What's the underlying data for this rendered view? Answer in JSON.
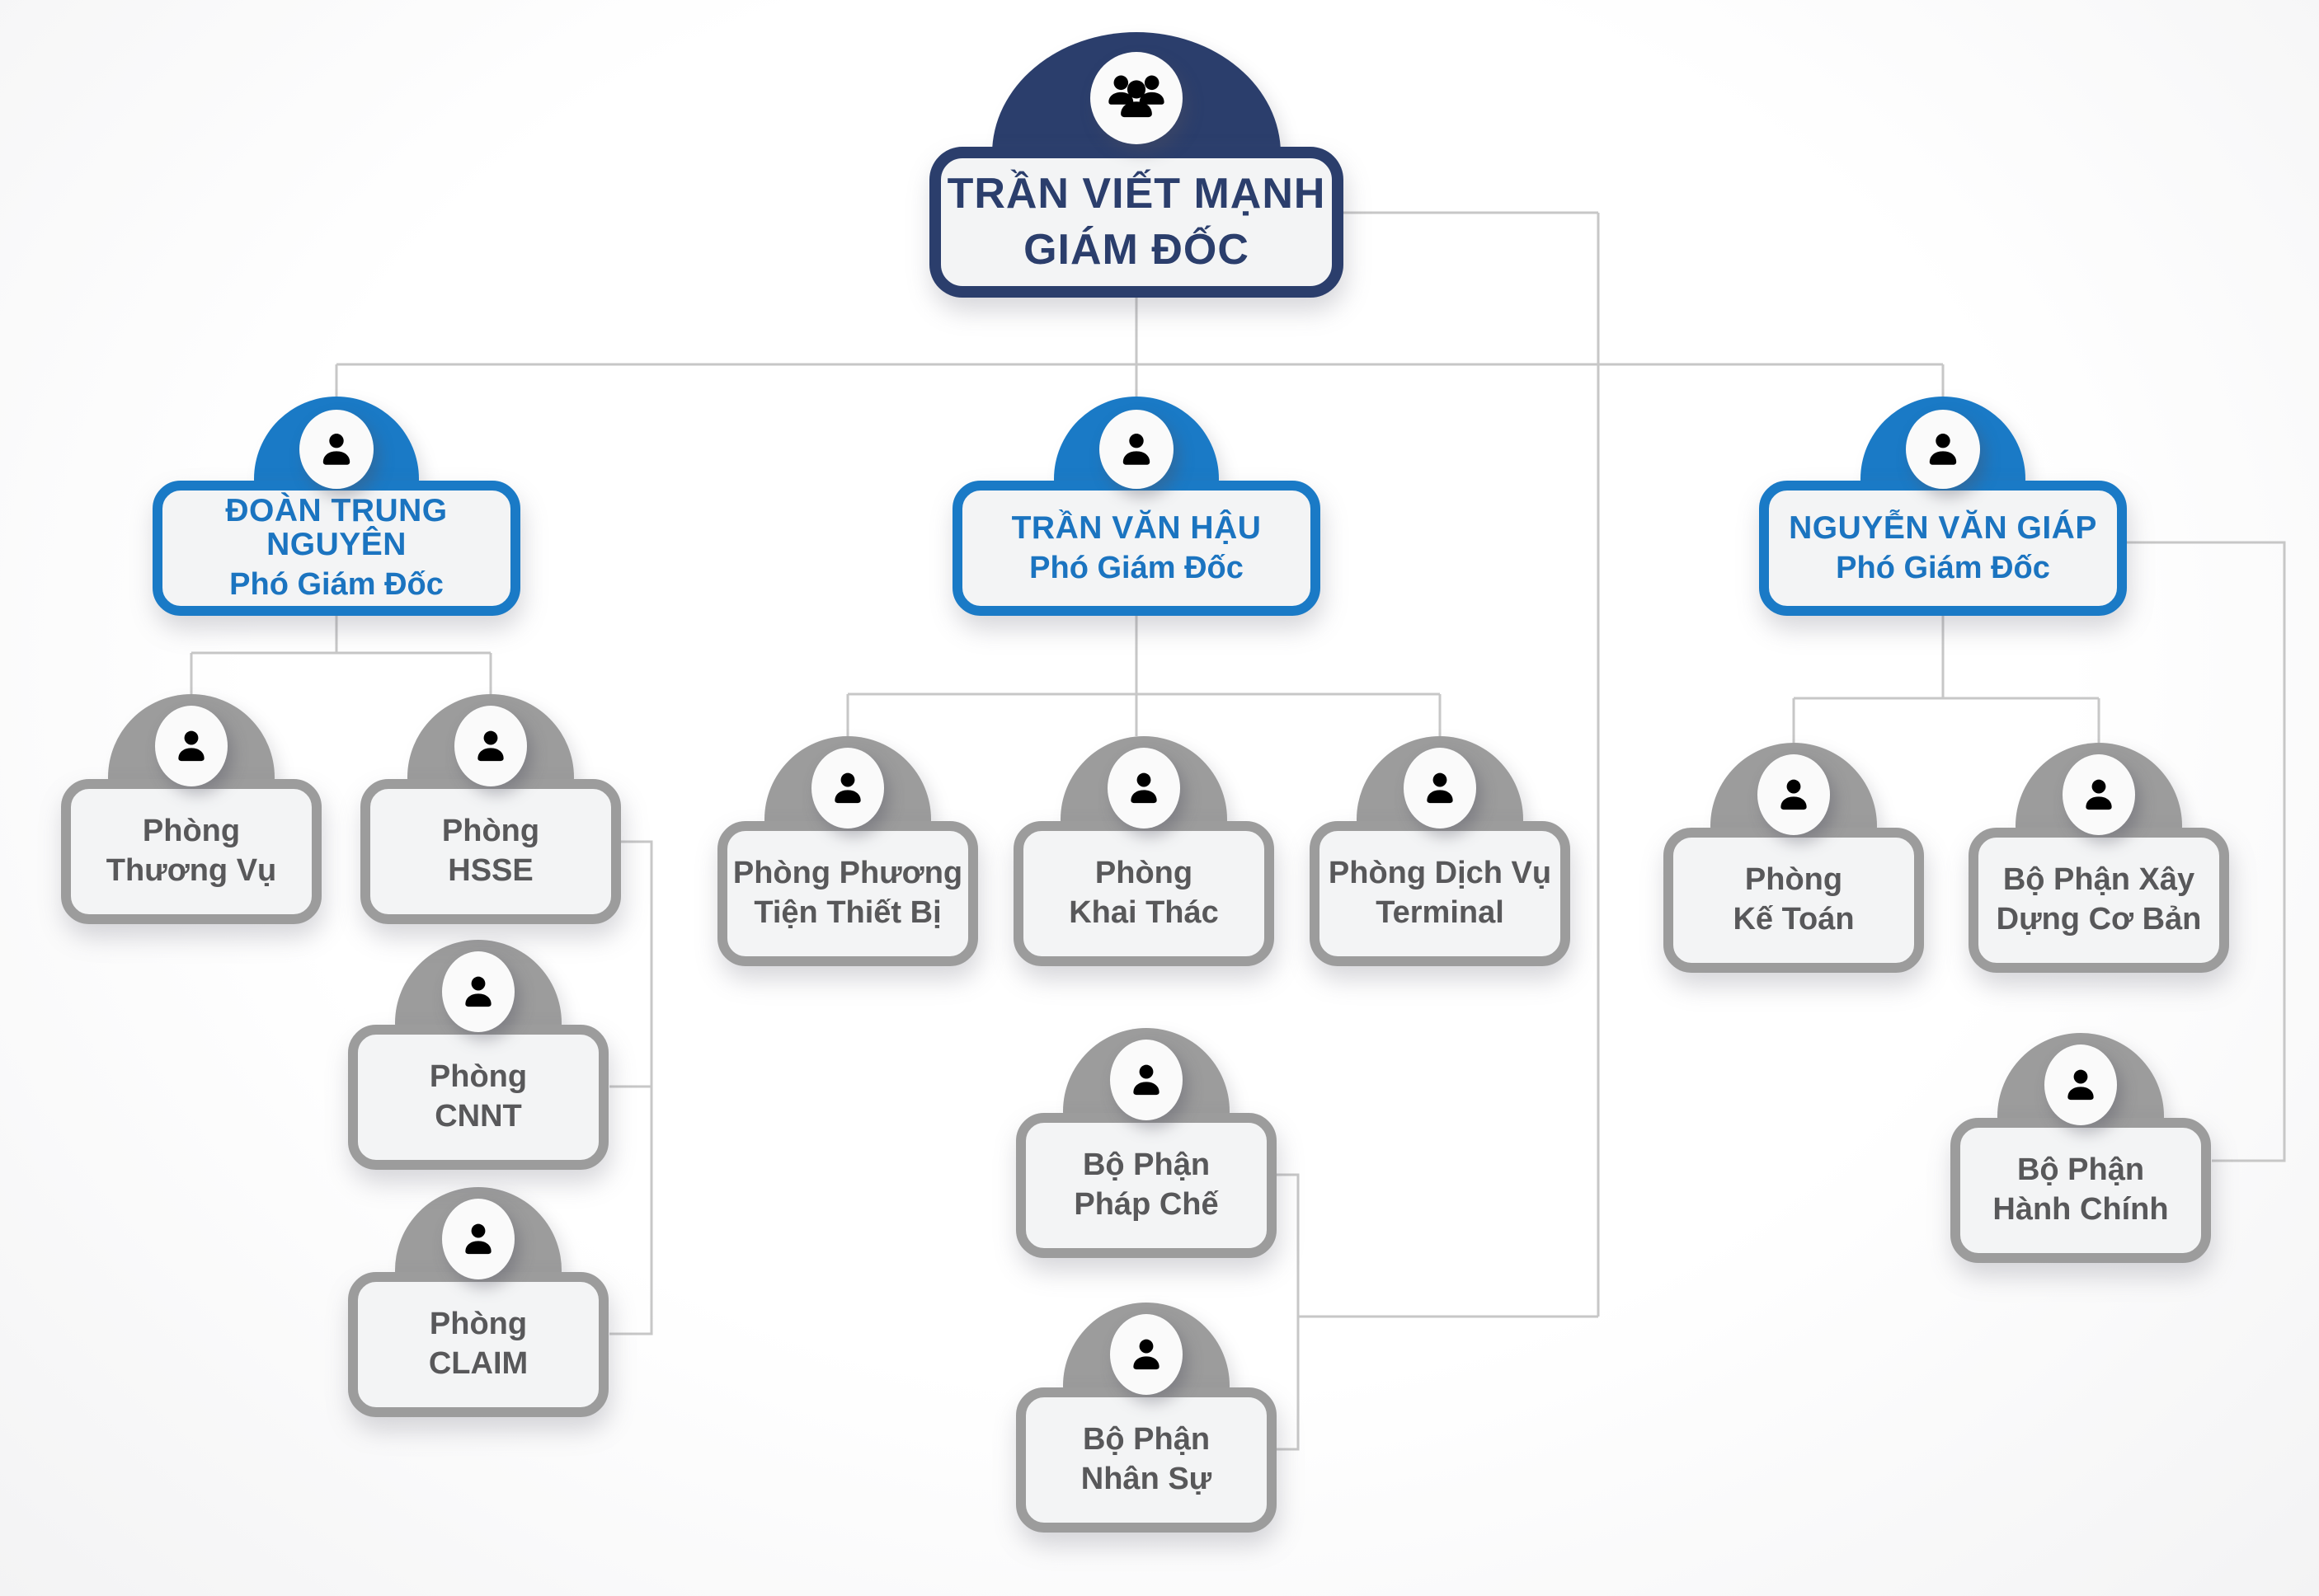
{
  "colors": {
    "navy": "#2b3e6c",
    "blue": "#1a7ac6",
    "blue_text": "#1b74c0",
    "gray": "#9c9c9c",
    "gray_text": "#58585a",
    "connector": "#c7c7c7",
    "node_fill": "#f3f4f5",
    "avatar_bg": "#fafafa"
  },
  "chart": {
    "director": {
      "name": "TRẦN VIẾT MẠNH",
      "title": "GIÁM ĐỐC",
      "icon": "group-icon"
    },
    "deputies": [
      {
        "name": "ĐOÀN TRUNG NGUYÊN",
        "title": "Phó Giám Đốc",
        "icon": "person-icon"
      },
      {
        "name": "TRẦN VĂN HẬU",
        "title": "Phó Giám Đốc",
        "icon": "person-icon"
      },
      {
        "name": "NGUYỄN VĂN GIÁP",
        "title": "Phó Giám Đốc",
        "icon": "person-icon"
      }
    ],
    "departments": [
      {
        "line1": "Phòng",
        "line2": "Thương Vụ"
      },
      {
        "line1": "Phòng",
        "line2": "HSSE"
      },
      {
        "line1": "Phòng",
        "line2": "CNNT"
      },
      {
        "line1": "Phòng",
        "line2": "CLAIM"
      },
      {
        "line1": "Phòng Phương",
        "line2": "Tiện Thiết Bị"
      },
      {
        "line1": "Phòng",
        "line2": "Khai Thác"
      },
      {
        "line1": "Phòng Dịch Vụ",
        "line2": "Terminal"
      },
      {
        "line1": "Bộ Phận",
        "line2": "Pháp Chế"
      },
      {
        "line1": "Bộ Phận",
        "line2": "Nhân Sự"
      },
      {
        "line1": "Phòng",
        "line2": "Kế Toán"
      },
      {
        "line1": "Bộ Phận Xây",
        "line2": "Dựng Cơ Bản"
      },
      {
        "line1": "Bộ Phận",
        "line2": "Hành Chính"
      }
    ]
  }
}
